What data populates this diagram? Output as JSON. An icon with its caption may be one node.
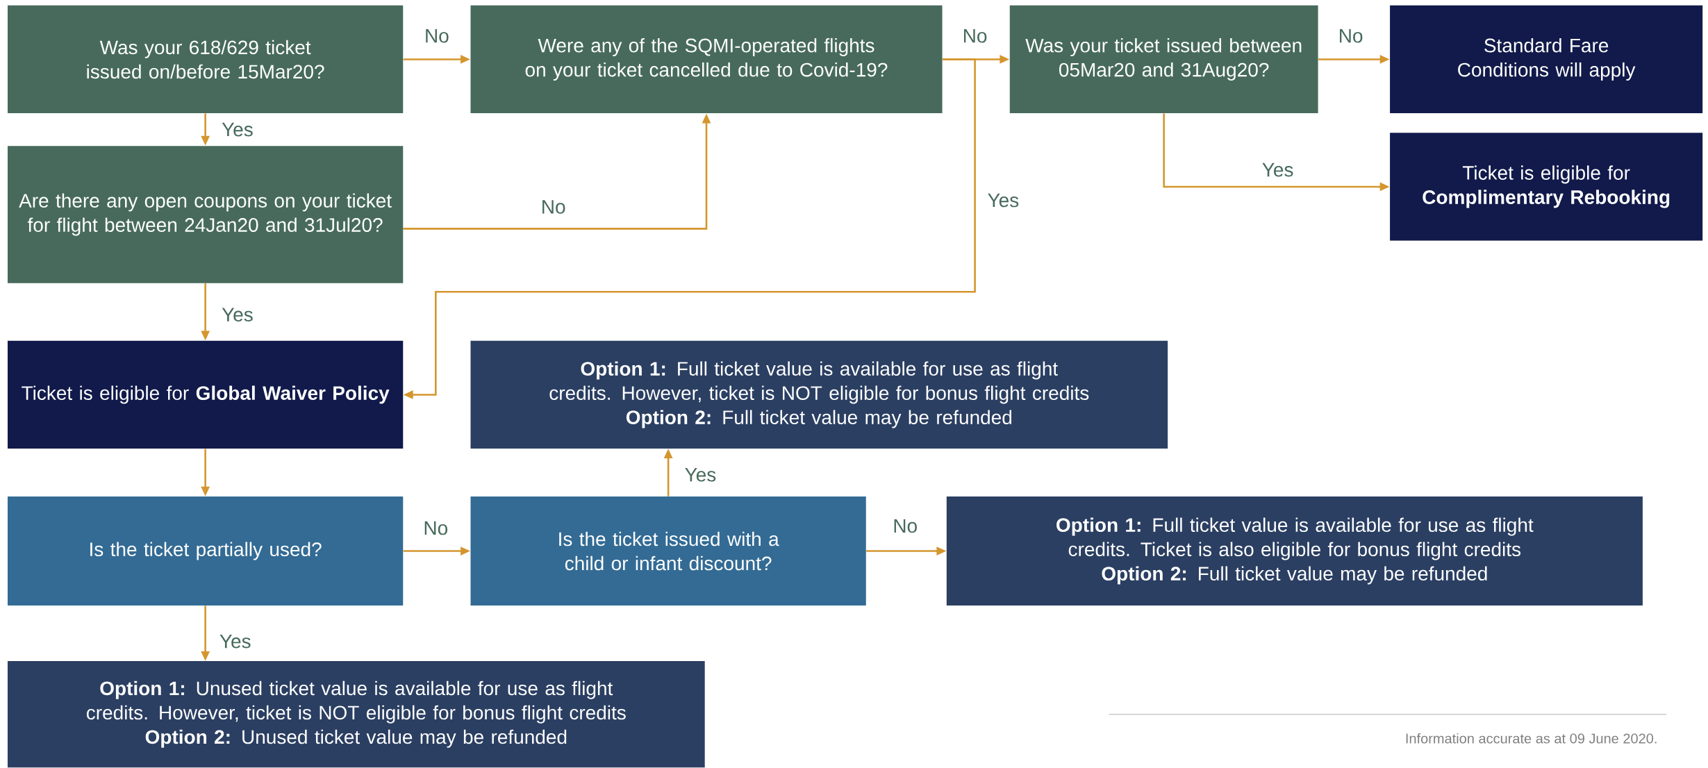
{
  "diagram": {
    "nodes": [
      {
        "text": [
          "Was your 618/629 ticket issued on/before 15Mar20?"
        ]
      },
      {
        "text": [
          "Were any of the SQMI-operated flights on your ticket cancelled due to Covid-19?"
        ]
      },
      {
        "text": [
          "Was your ticket issued between 05Mar20 and 31Aug20?"
        ]
      },
      {
        "text": [
          "Standard Fare Conditions will apply"
        ]
      },
      {
        "text": [
          "Ticket is eligible for **Complimentary Rebooking**"
        ]
      },
      {
        "text": [
          "Are there any open coupons on your ticket for flight between 24Jan20 and 31Jul20?"
        ]
      },
      {
        "text": [
          "Ticket is eligible for **Global Waiver Policy**"
        ]
      },
      {
        "text": [
          "**Option 1:** Full ticket value is available for use as flight credits. However, ticket is NOT eligible for bonus flight credits",
          "**Option 2:** Full ticket value may be refunded"
        ]
      },
      {
        "text": [
          "Is the ticket partially used?"
        ]
      },
      {
        "text": [
          "Is the ticket issued with a child or infant discount?"
        ]
      },
      {
        "text": [
          "**Option 1:** Full ticket value is available for use as flight credits. Ticket is also eligible for bonus flight credits",
          "**Option 2:** Full ticket value may be refunded"
        ]
      },
      {
        "text": [
          "**Option 1:** Unused ticket value is available for use as flight credits. However, ticket is NOT eligible for bonus flight credits",
          "**Option 2:** Unused ticket value may be refunded"
        ]
      }
    ],
    "edges": [
      {
        "from": 0,
        "to": 1,
        "arrow": "to",
        "label": "No"
      },
      {
        "from": 0,
        "to": 5,
        "arrow": "to",
        "label": "Yes"
      },
      {
        "from": 1,
        "to": 2,
        "arrow": "to",
        "label": "No"
      },
      {
        "from": 1,
        "to": 6,
        "arrow": "to",
        "label": "Yes"
      },
      {
        "from": 2,
        "to": 3,
        "arrow": "to",
        "label": "No"
      },
      {
        "from": 2,
        "to": 4,
        "arrow": "to",
        "label": "Yes"
      },
      {
        "from": 5,
        "to": 1,
        "arrow": "to",
        "label": "No"
      },
      {
        "from": 5,
        "to": 6,
        "arrow": "to",
        "label": "Yes"
      },
      {
        "from": 6,
        "to": 8,
        "arrow": "to"
      },
      {
        "from": 8,
        "to": 9,
        "arrow": "to",
        "label": "No"
      },
      {
        "from": 8,
        "to": 11,
        "arrow": "to",
        "label": "Yes"
      },
      {
        "from": 9,
        "to": 7,
        "arrow": "to",
        "label": "Yes"
      },
      {
        "from": 9,
        "to": 10,
        "arrow": "to",
        "label": "No"
      }
    ],
    "labels": [
      "Information accurate as at 09 June 2020."
    ]
  }
}
